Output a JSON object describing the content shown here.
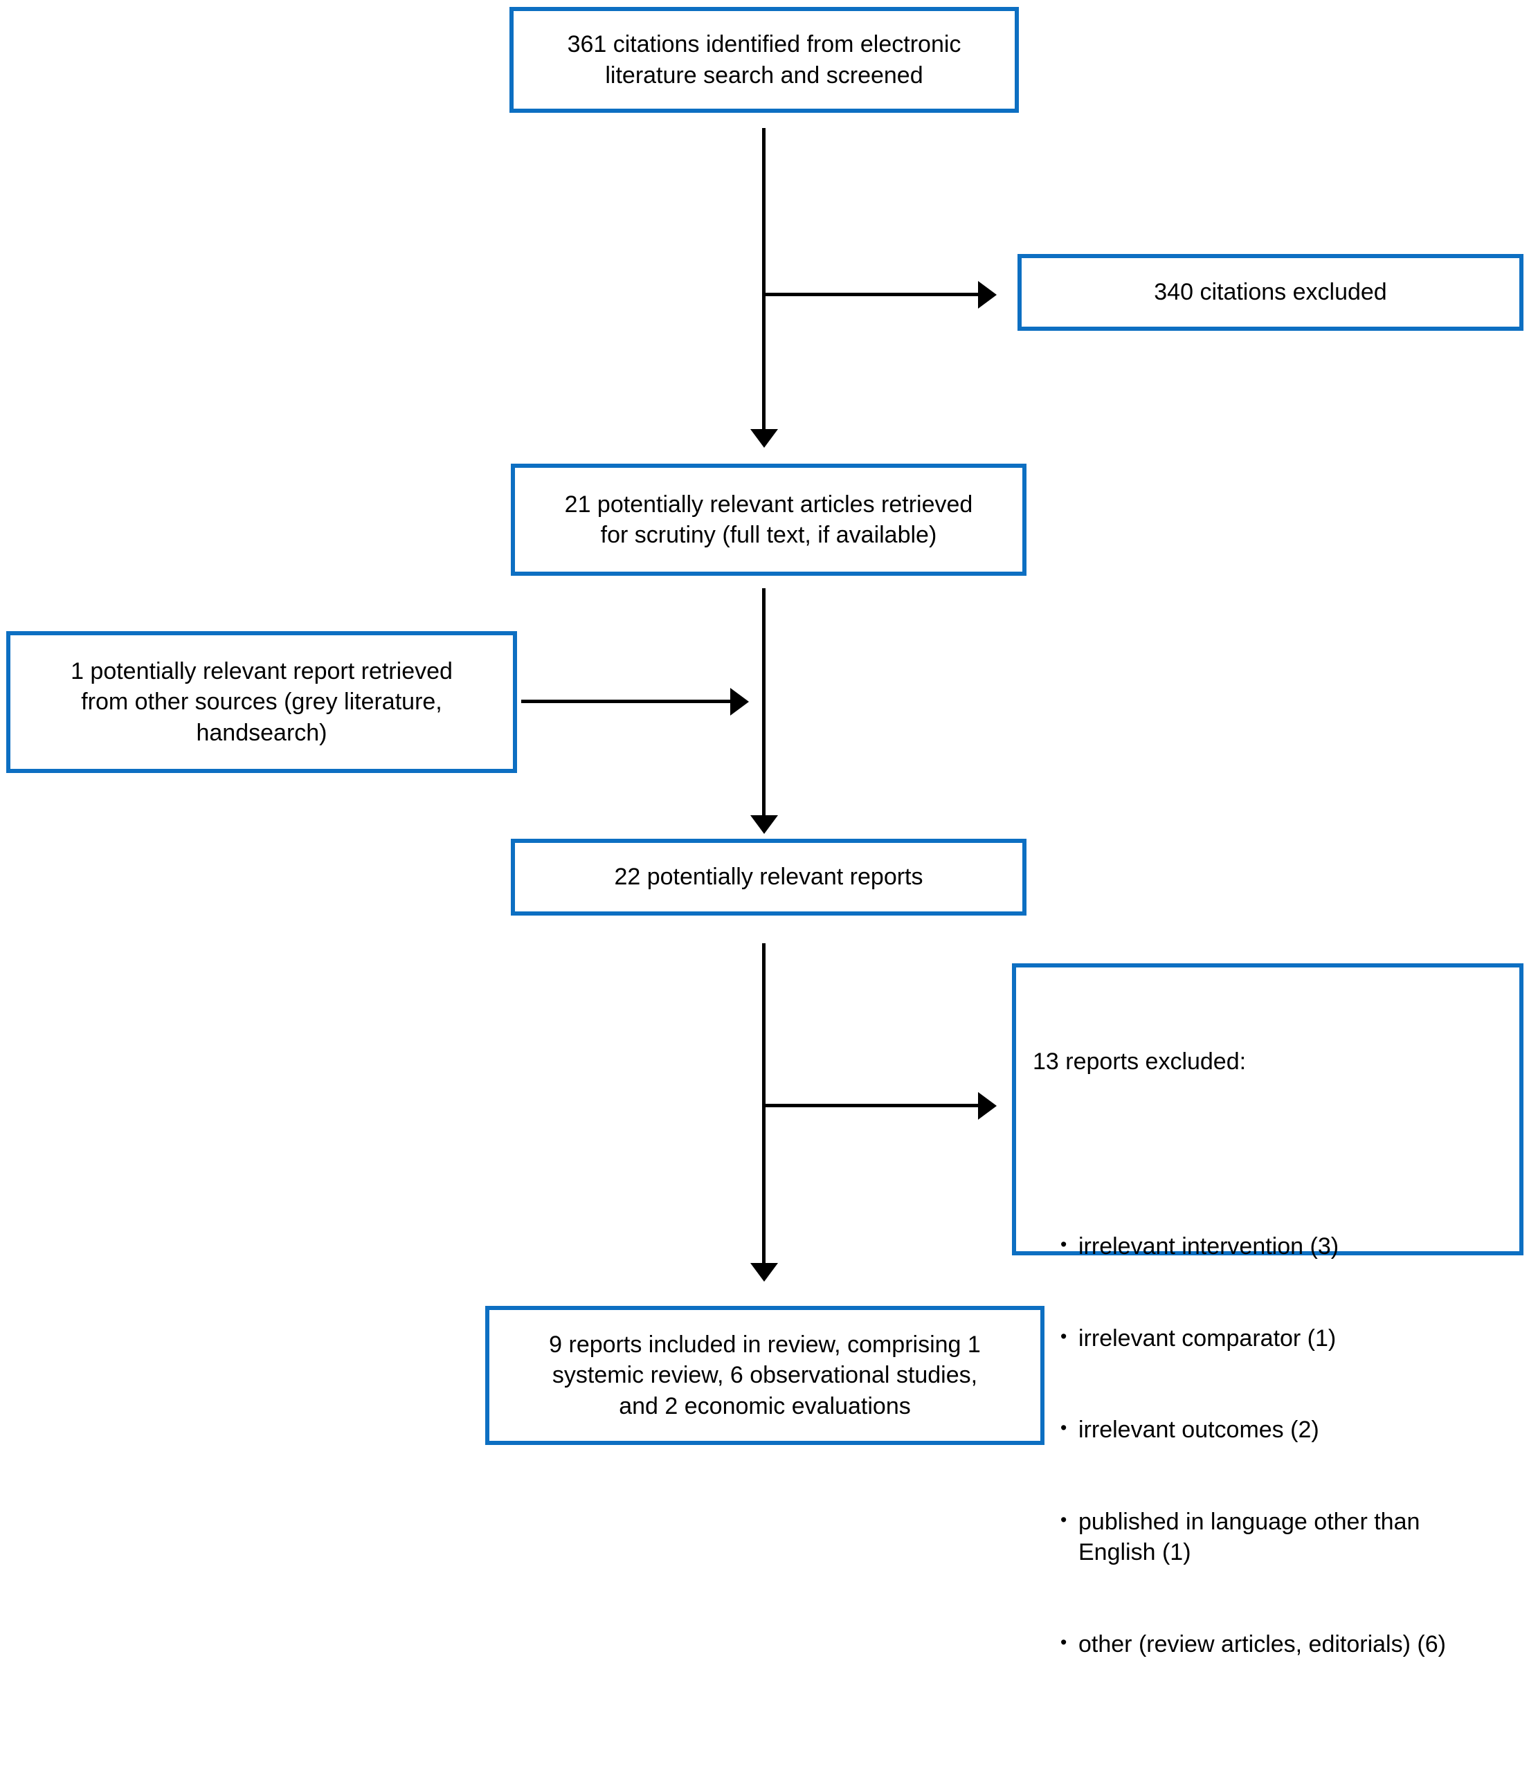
{
  "flowchart": {
    "colors": {
      "box_border": "#0d6fc2",
      "arrow": "#000000",
      "background": "#ffffff",
      "text": "#000000"
    },
    "boxes": {
      "screened": {
        "text": "361 citations identified from electronic\nliterature search and screened"
      },
      "citations_excluded": {
        "text": "340 citations excluded"
      },
      "retrieved": {
        "text": "21 potentially relevant articles retrieved\nfor scrutiny (full text, if available)"
      },
      "other_sources": {
        "text": "1 potentially relevant report retrieved\nfrom other sources (grey literature,\nhandsearch)"
      },
      "relevant_reports": {
        "text": "22 potentially relevant reports"
      },
      "reports_excluded": {
        "title": "13 reports excluded:",
        "items": [
          "irrelevant intervention (3)",
          "irrelevant comparator (1)",
          "irrelevant outcomes (2)",
          "published in language other than\nEnglish (1)",
          "other (review articles, editorials) (6)"
        ]
      },
      "included": {
        "text": "9 reports included in review, comprising 1\nsystemic review, 6 observational studies,\nand 2 economic evaluations"
      }
    }
  }
}
